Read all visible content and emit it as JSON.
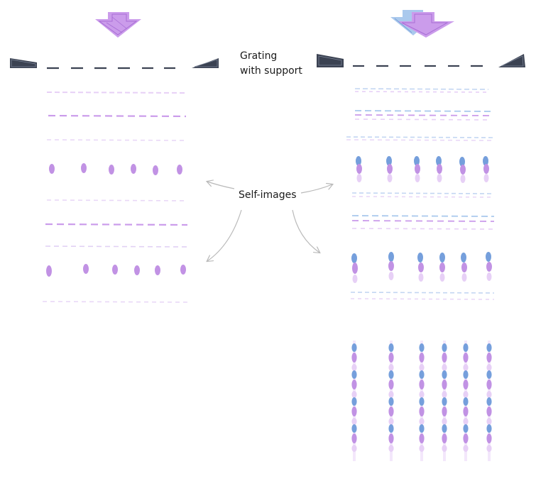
{
  "labels": {
    "grating_line1": "Grating",
    "grating_line2": "with support",
    "self_images": "Self-images"
  },
  "colors": {
    "violet": "#b77fe0",
    "violet_light": "#e3c8f5",
    "blue": "#5d8fd6",
    "blue_light": "#b9d0f0",
    "support": "#3b4252",
    "arrow": "#b9b9b9"
  },
  "icons": {
    "incident_beam": "down-arrow-icon",
    "support_block": "support-block-icon",
    "pointer": "curved-arrow-icon"
  },
  "panels": [
    {
      "name": "single-wavelength",
      "beam_colors": [
        "violet"
      ]
    },
    {
      "name": "two-wavelength",
      "beam_colors": [
        "violet",
        "blue"
      ]
    }
  ]
}
